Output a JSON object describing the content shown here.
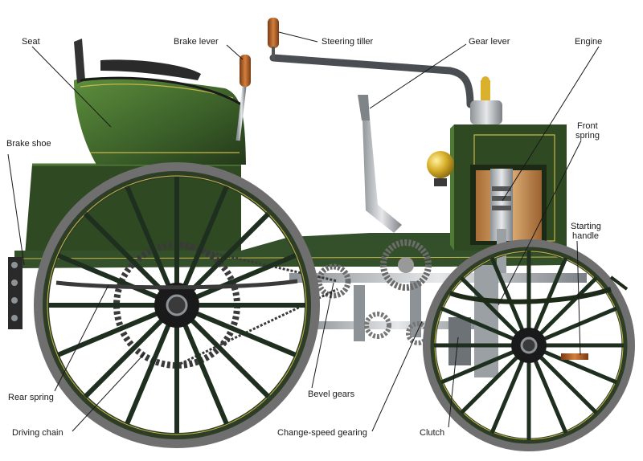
{
  "diagram": {
    "subject": "Early automobile cutaway",
    "labels": {
      "seat": "Seat",
      "brake_lever": "Brake lever",
      "steering_tiller": "Steering tiller",
      "gear_lever": "Gear lever",
      "engine": "Engine",
      "brake_shoe": "Brake shoe",
      "front_spring_1": "Front",
      "front_spring_2": "spring",
      "starting_handle_1": "Starting",
      "starting_handle_2": "handle",
      "rear_spring": "Rear spring",
      "driving_chain": "Driving chain",
      "bevel_gears": "Bevel gears",
      "change_speed_gearing": "Change-speed gearing",
      "clutch": "Clutch"
    },
    "colors": {
      "body_green": "#2f4a22",
      "body_green_light": "#4f7a35",
      "wheel_rim": "#8a8a8a",
      "tire": "#6f6f6f",
      "pinstripe": "#c8b64a",
      "brass": "#c9a227",
      "engine_copper": "#c89058",
      "chrome": "#b8bcc0",
      "wood": "#b5652b"
    }
  }
}
